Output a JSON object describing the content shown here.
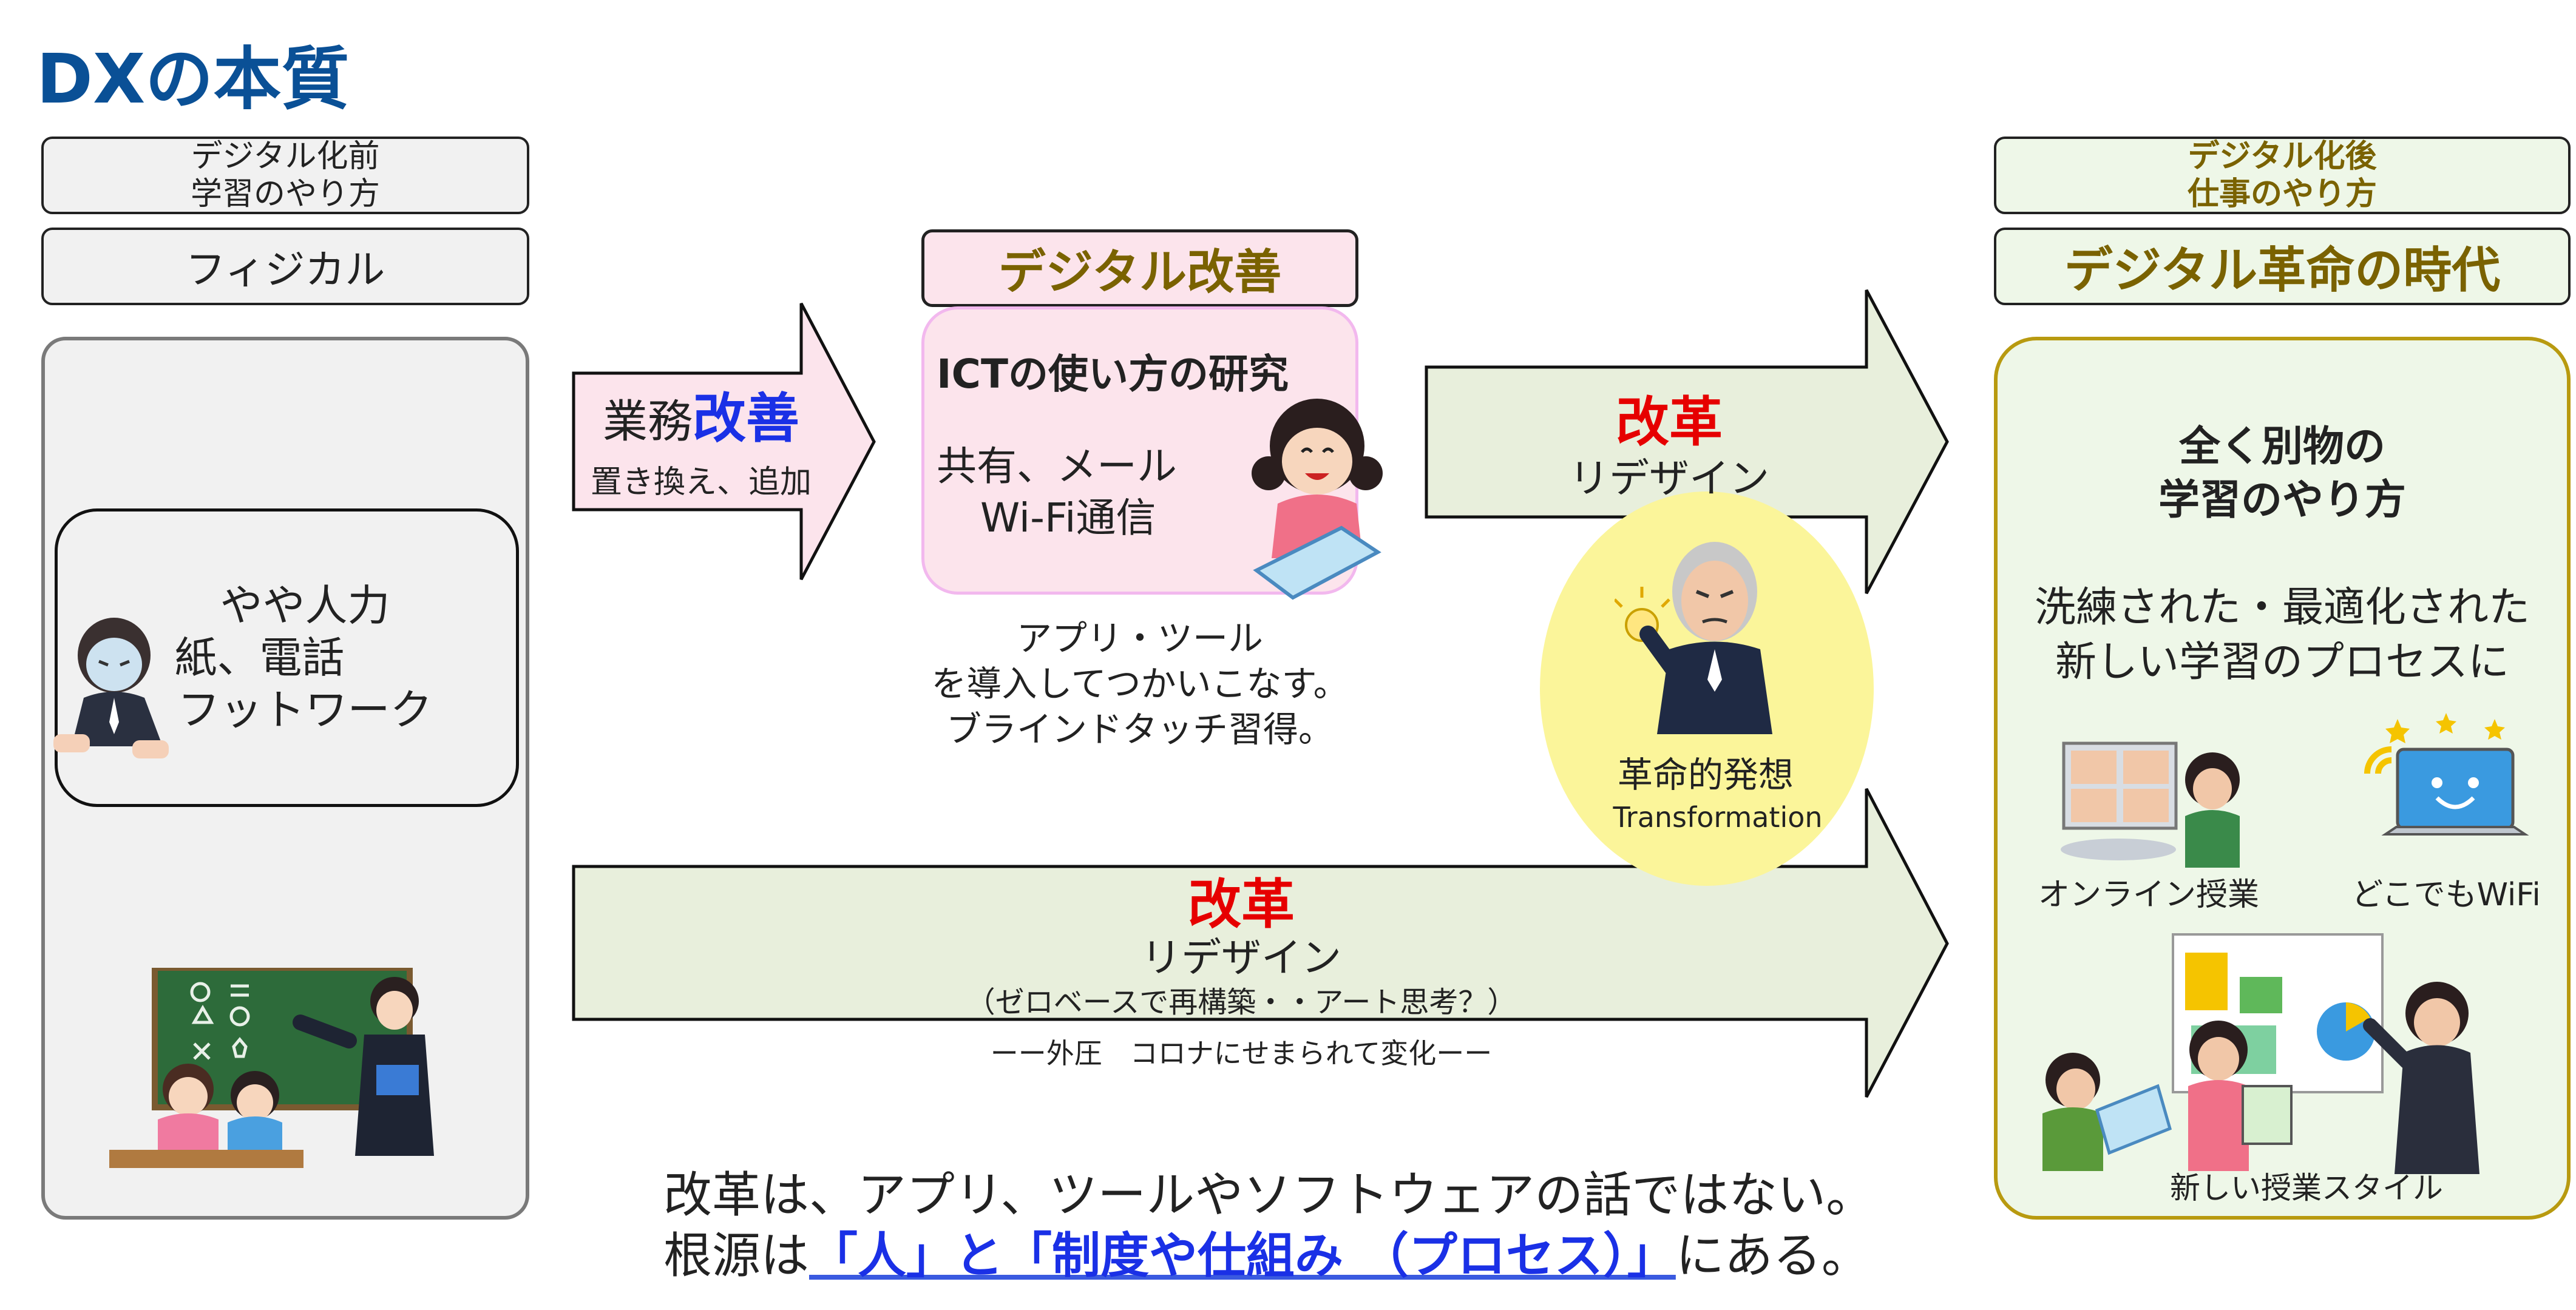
{
  "title": "DXの本質",
  "left": {
    "header_line1": "デジタル化前",
    "header_line2": "学習のやり方",
    "label": "フィジカル",
    "inner_line1": "やや人力",
    "inner_line2": "紙、電話",
    "inner_line3": "フットワーク"
  },
  "arrow1": {
    "title_pre": "業務",
    "title_em": "改善",
    "sub": "置き換え、追加"
  },
  "middle": {
    "label": "デジタル改善",
    "heading": "ICTの使い方の研究",
    "line1": "共有、メール",
    "line2": "Wi-Fi通信",
    "caption1": "アプリ・ツール",
    "caption2": "を導入してつかいこなす。",
    "caption3": "ブラインドタッチ習得。"
  },
  "arrow2": {
    "title": "改革",
    "sub": "リデザイン"
  },
  "idea": {
    "line1": "革命的発想",
    "line2": "Transformation"
  },
  "arrow3": {
    "title": "改革",
    "sub": "リデザイン",
    "note": "（ゼロベースで再構築・・アート思考？）",
    "note2": "ーー外圧　コロナにせまられて変化ーー"
  },
  "right": {
    "header_line1": "デジタル化後",
    "header_line2": "仕事のやり方",
    "label": "デジタル革命の時代",
    "heading1": "全く別物の",
    "heading2": "学習のやり方",
    "line1": "洗練された・最適化された",
    "line2": "新しい学習のプロセスに",
    "caption_online": "オンライン授業",
    "caption_wifi": "どこでもWiFi",
    "caption_style": "新しい授業スタイル"
  },
  "bottom": {
    "line1": "改革は、アプリ、ツールやソフトウェアの話ではない。",
    "line2_pre": "根源は",
    "line2_em": "「人」と「制度や仕組み （プロセス）」",
    "line2_post": "にある。"
  },
  "colors": {
    "title_blue": "#0a5096",
    "olive": "#7a6200",
    "red": "#e60000",
    "blue": "#1a30e6",
    "arrow_green": "#e8efdc",
    "arrow_pink": "#fce4ec",
    "right_panel_bg": "#eef7e8",
    "left_panel_bg": "#f1f1f1",
    "idea_yellow": "#fbf59a"
  }
}
